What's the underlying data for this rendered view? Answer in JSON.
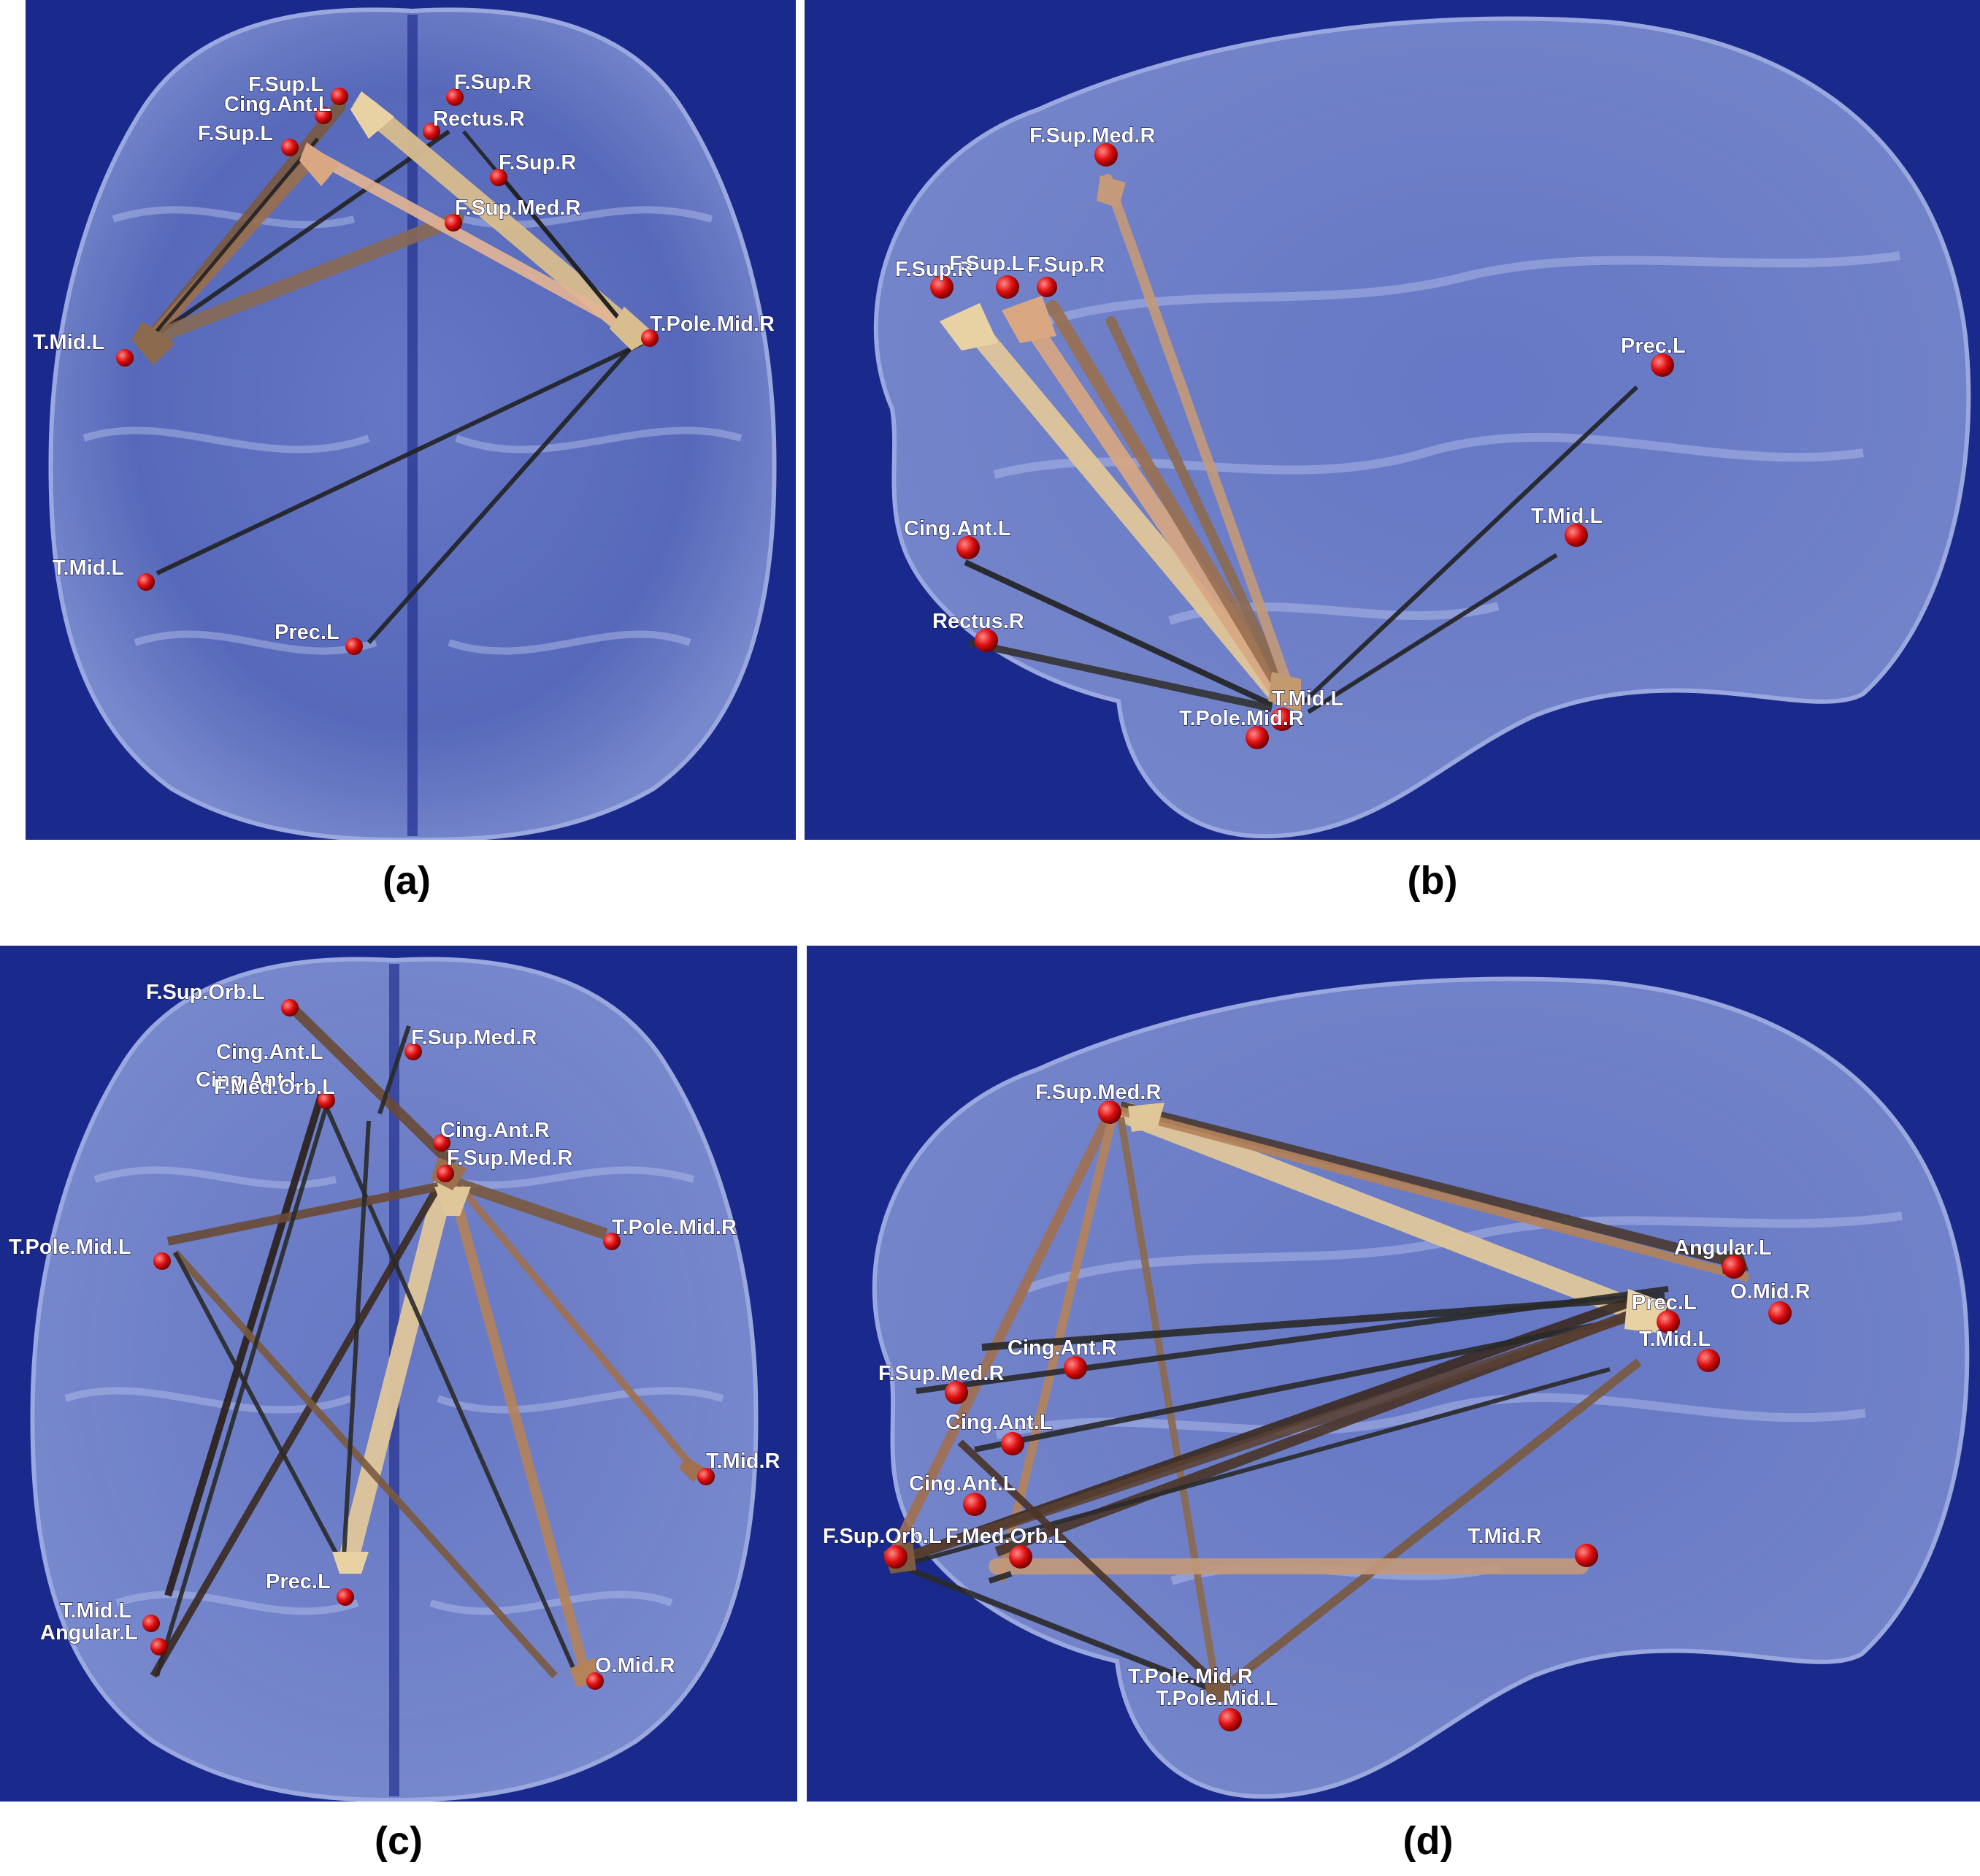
{
  "panels": [
    {
      "id": "a",
      "caption": "(a)",
      "view": "axial",
      "nodes": [
        {
          "label": "F.Sup.L"
        },
        {
          "label": "Cing.Ant.L"
        },
        {
          "label": "F.Sup.L"
        },
        {
          "label": "F.Sup.R"
        },
        {
          "label": "Rectus.R"
        },
        {
          "label": "F.Sup.R"
        },
        {
          "label": "F.Sup.Med.R"
        },
        {
          "label": "T.Mid.L"
        },
        {
          "label": "T.Pole.Mid.R"
        },
        {
          "label": "T.Mid.L"
        },
        {
          "label": "Prec.L"
        }
      ]
    },
    {
      "id": "b",
      "caption": "(b)",
      "view": "sagittal",
      "nodes": [
        {
          "label": "F.Sup.Med.R"
        },
        {
          "label": "F.Sup.R"
        },
        {
          "label": "F.Sup.L"
        },
        {
          "label": "F.Sup.R"
        },
        {
          "label": "Prec.L"
        },
        {
          "label": "T.Mid.L"
        },
        {
          "label": "Cing.Ant.L"
        },
        {
          "label": "Rectus.R"
        },
        {
          "label": "T.Mid.L"
        },
        {
          "label": "T.Pole.Mid.R"
        }
      ]
    },
    {
      "id": "c",
      "caption": "(c)",
      "view": "axial",
      "nodes": [
        {
          "label": "F.Sup.Orb.L"
        },
        {
          "label": "F.Sup.Med.R"
        },
        {
          "label": "Cing.Ant.L"
        },
        {
          "label": "Cing.Ant.L"
        },
        {
          "label": "F.Med.Orb.L"
        },
        {
          "label": "Cing.Ant.R"
        },
        {
          "label": "F.Sup.Med.R"
        },
        {
          "label": "T.Pole.Mid.L"
        },
        {
          "label": "T.Pole.Mid.R"
        },
        {
          "label": "T.Mid.R"
        },
        {
          "label": "Prec.L"
        },
        {
          "label": "T.Mid.L"
        },
        {
          "label": "Angular.L"
        },
        {
          "label": "O.Mid.R"
        }
      ]
    },
    {
      "id": "d",
      "caption": "(d)",
      "view": "sagittal",
      "nodes": [
        {
          "label": "F.Sup.Med.R"
        },
        {
          "label": "Angular.L"
        },
        {
          "label": "Prec.L"
        },
        {
          "label": "O.Mid.R"
        },
        {
          "label": "T.Mid.L"
        },
        {
          "label": "Cing.Ant.R"
        },
        {
          "label": "F.Sup.Med.R"
        },
        {
          "label": "Cing.Ant.L"
        },
        {
          "label": "Cing.Ant.L"
        },
        {
          "label": "F.Sup.Orb.L"
        },
        {
          "label": "F.Med.Orb.L"
        },
        {
          "label": "T.Mid.R"
        },
        {
          "label": "T.Pole.Mid.R"
        },
        {
          "label": "T.Pole.Mid.L"
        }
      ]
    }
  ]
}
